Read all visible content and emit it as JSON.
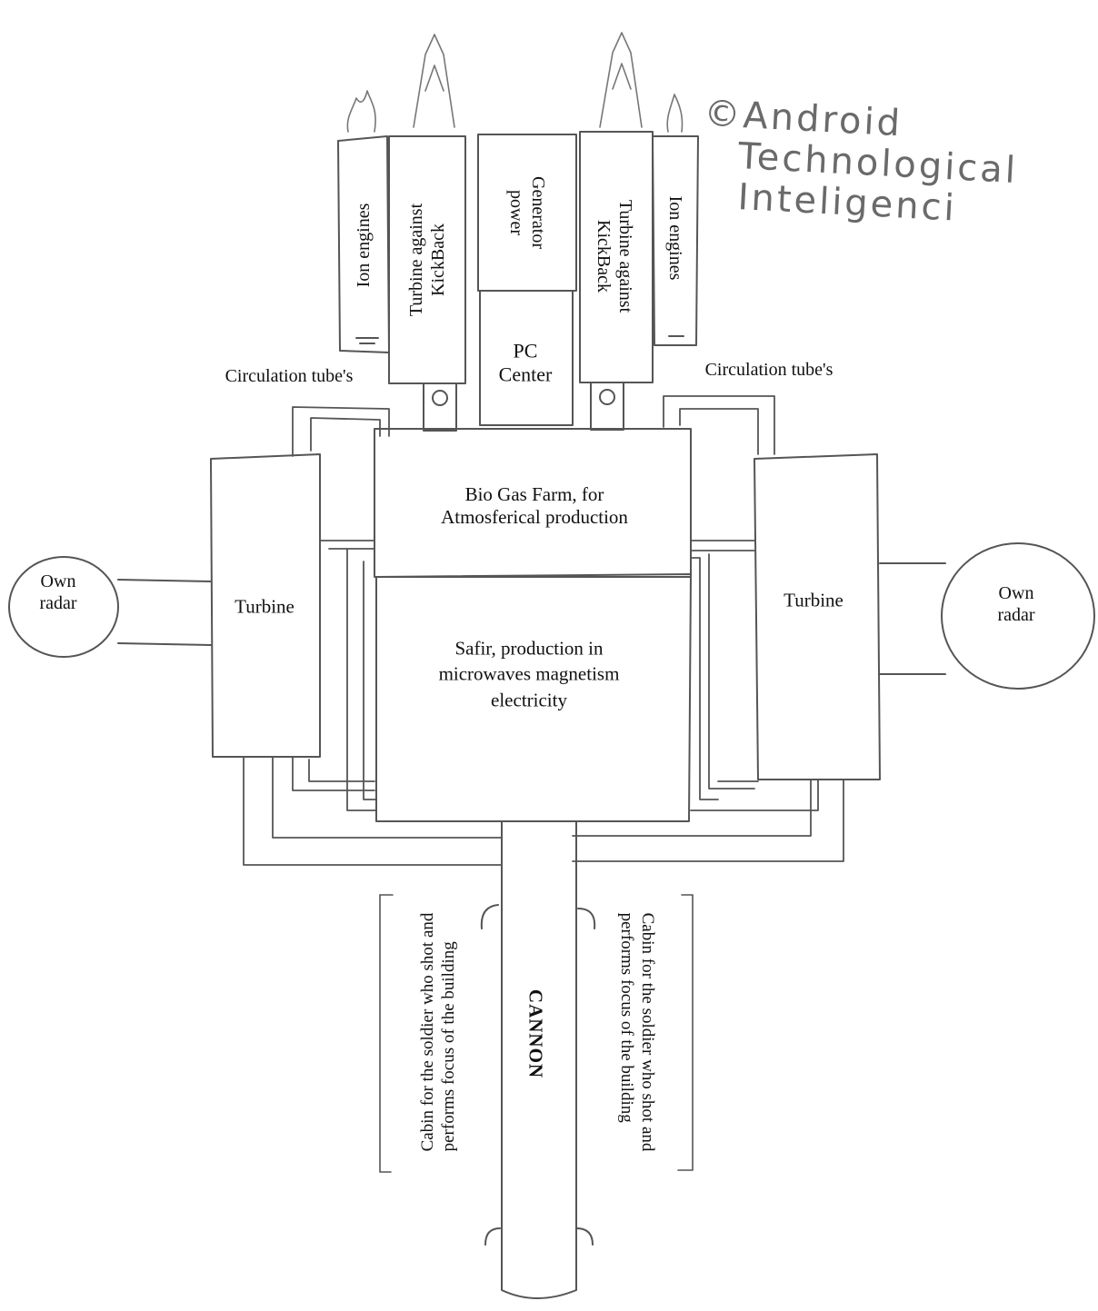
{
  "copyright": {
    "line1": "©Android",
    "line2": "Technological",
    "line3": "Inteligenci"
  },
  "labels": {
    "ion_engines_left": "Ion engines",
    "turbine_kickback_left_1": "Turbine against",
    "turbine_kickback_left_2": "KickBack",
    "generator_1": "Generator",
    "generator_2": "power",
    "turbine_kickback_right_1": "Turbine against",
    "turbine_kickback_right_2": "KickBack",
    "ion_engines_right": "Ion engines",
    "pc_center_1": "PC",
    "pc_center_2": "Center",
    "circulation_left": "Circulation tube's",
    "circulation_right": "Circulation tube's",
    "biogas_1": "Bio Gas Farm, for",
    "biogas_2": "Atmosferical production",
    "safir_1": "Safir, production in",
    "safir_2": "microwaves magnetism",
    "safir_3": "electricity",
    "turbine_left": "Turbine",
    "turbine_right": "Turbine",
    "radar_left_1": "Own",
    "radar_left_2": "radar",
    "radar_right_1": "Own",
    "radar_right_2": "radar",
    "cannon": "CANNON",
    "cabin_left_1": "Cabin for the soldier who shot and",
    "cabin_left_2": "performs focus of the building",
    "cabin_right_1": "Cabin for the soldier who shot and",
    "cabin_right_2": "performs focus of the building"
  }
}
